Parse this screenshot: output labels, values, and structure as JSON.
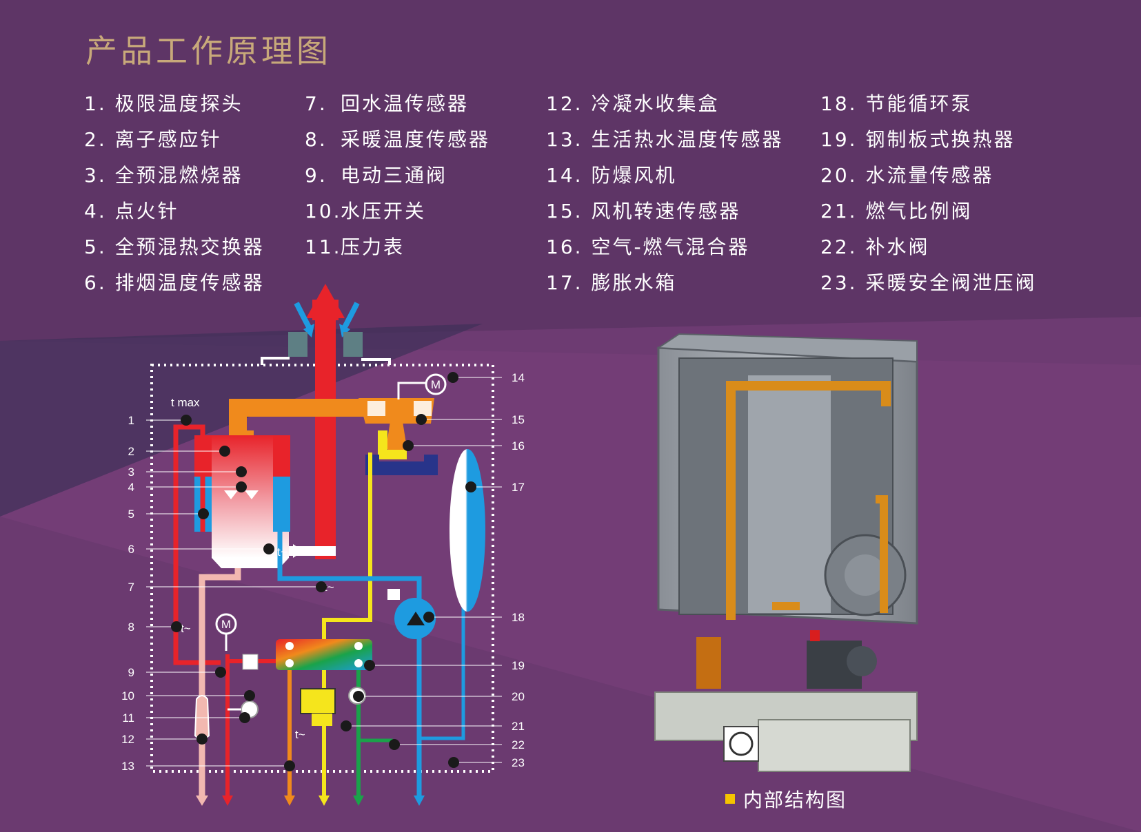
{
  "title": "产品工作原理图",
  "legend_columns": [
    [
      {
        "num": "1.",
        "text": "极限温度探头"
      },
      {
        "num": "2.",
        "text": "离子感应针"
      },
      {
        "num": "3.",
        "text": "全预混燃烧器"
      },
      {
        "num": "4.",
        "text": "点火针"
      },
      {
        "num": "5.",
        "text": "全预混热交换器"
      },
      {
        "num": "6.",
        "text": "排烟温度传感器"
      }
    ],
    [
      {
        "num": "7.",
        "text": "回水温传感器"
      },
      {
        "num": "8.",
        "text": "采暖温度传感器"
      },
      {
        "num": "9.",
        "text": "电动三通阀"
      },
      {
        "num": "10.",
        "text": "水压开关"
      },
      {
        "num": "11.",
        "text": "压力表"
      }
    ],
    [
      {
        "num": "12.",
        "text": "冷凝水收集盒"
      },
      {
        "num": "13.",
        "text": "生活热水温度传感器"
      },
      {
        "num": "14.",
        "text": "防爆风机"
      },
      {
        "num": "15.",
        "text": "风机转速传感器"
      },
      {
        "num": "16.",
        "text": "空气-燃气混合器"
      },
      {
        "num": "17.",
        "text": "膨胀水箱"
      }
    ],
    [
      {
        "num": "18.",
        "text": "节能循环泵"
      },
      {
        "num": "19.",
        "text": "钢制板式换热器"
      },
      {
        "num": "20.",
        "text": "水流量传感器"
      },
      {
        "num": "21.",
        "text": "燃气比例阀"
      },
      {
        "num": "22.",
        "text": "补水阀"
      },
      {
        "num": "23.",
        "text": "采暖安全阀泄压阀"
      }
    ]
  ],
  "diagram": {
    "left_labels": [
      "1",
      "2",
      "3",
      "4",
      "5",
      "6",
      "7",
      "8",
      "9",
      "10",
      "11",
      "12",
      "13"
    ],
    "right_labels": [
      "14",
      "15",
      "16",
      "17",
      "18",
      "19",
      "20",
      "21",
      "22",
      "23"
    ],
    "tmax_label": "t max",
    "sensor_mark": "t~",
    "motor_mark": "M"
  },
  "caption": "内部结构图",
  "colors": {
    "background": "#5e3566",
    "title": "#c8a97a",
    "hot_red": "#e8232a",
    "return_blue": "#1e9be0",
    "gas_yellow": "#f5e51c",
    "flue_orange": "#f08a1c",
    "condensate_pink": "#f2b8b0",
    "fill_green": "#1aa34a",
    "bullet_yellow": "#f5c400"
  }
}
